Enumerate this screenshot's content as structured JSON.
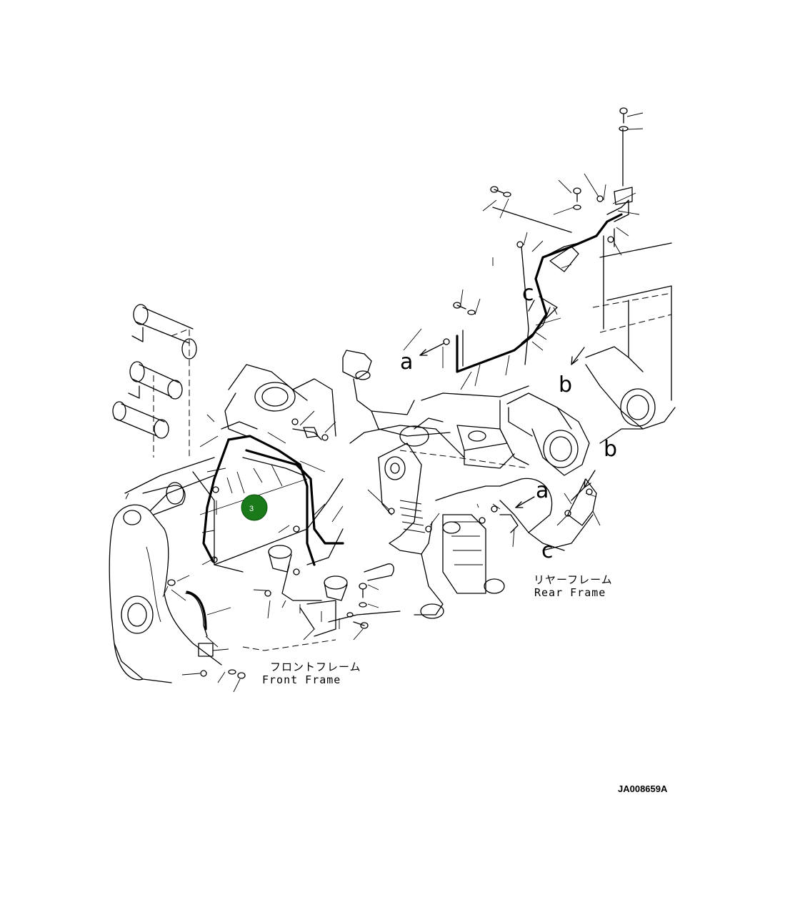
{
  "labels": {
    "front_frame_jp": "フロントフレーム",
    "front_frame_en": "Front Frame",
    "rear_frame_jp": "リヤーフレーム",
    "rear_frame_en": "Rear Frame",
    "ref_a": "a",
    "ref_b": "b",
    "ref_c": "c",
    "drawing_code": "JA008659A"
  },
  "callout": {
    "number": "3",
    "color": "#1a7a1a"
  }
}
